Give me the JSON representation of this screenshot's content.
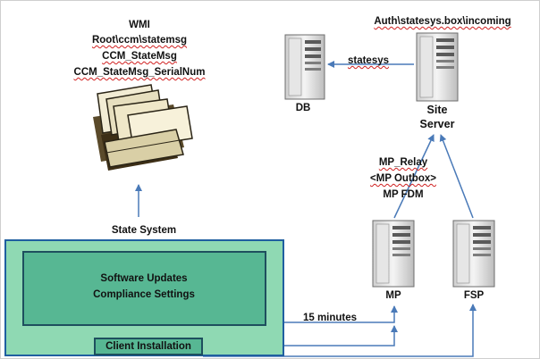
{
  "wmi": {
    "line1": "WMI",
    "line2": "Root\\ccm\\statemsg",
    "line3": "CCM_StateMsg",
    "line4": "CCM_StateMsg_SerialNum"
  },
  "state_system_label": "State System",
  "inbox_path": "Auth\\statesys.box\\incoming",
  "db_label": "DB",
  "statesys_label": "statesys",
  "site_server": {
    "line1": "Site",
    "line2": "Server"
  },
  "mp_relay": {
    "line1": "MP_Relay",
    "line2": "<MP Outbox>",
    "line3": "MP FDM"
  },
  "mp_label": "MP",
  "fsp_label": "FSP",
  "client_box": {
    "line1": "Software Updates",
    "line2": "Compliance Settings",
    "install_label": "Client Installation"
  },
  "interval_label": "15 minutes",
  "colors": {
    "outer_fill": "#8fd9b3",
    "inner_fill": "#57b793",
    "arrow": "#4a7ab8",
    "squiggle": "#d02020"
  }
}
